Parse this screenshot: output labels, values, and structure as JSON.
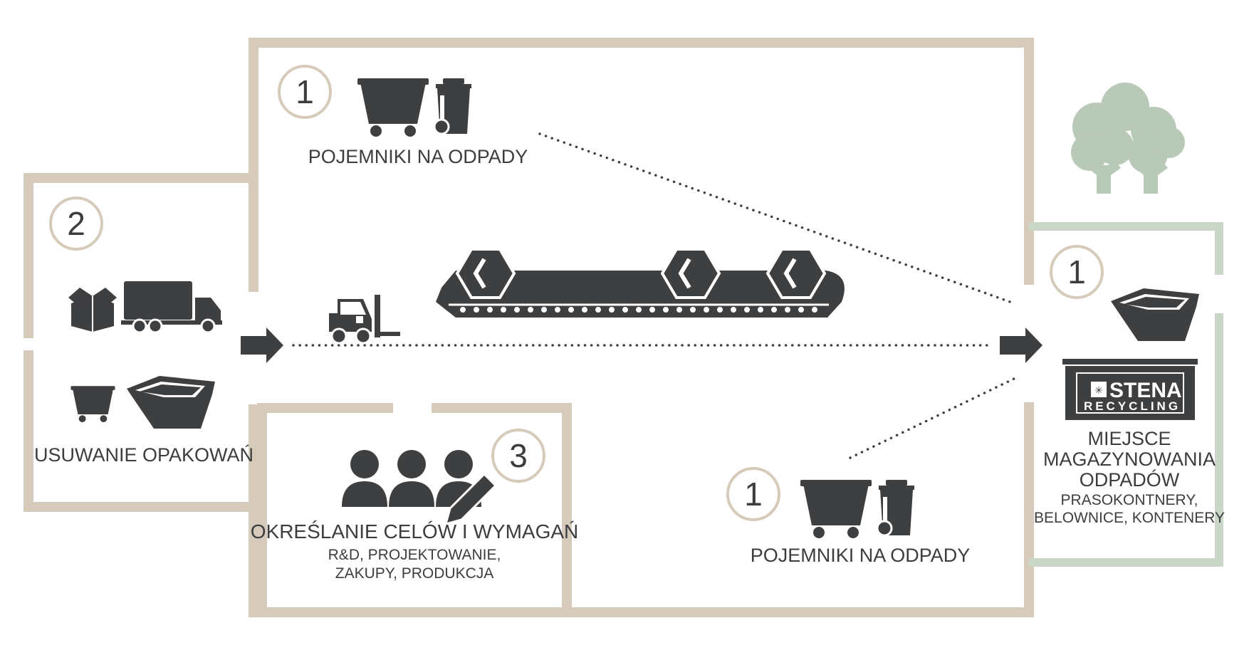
{
  "colors": {
    "frame": "#d6cbbb",
    "frame_green": "#c9d6c8",
    "icon": "#3e3f41",
    "badge_ring": "#d6cbbb",
    "tree": "#b9c9b8"
  },
  "top_bins": {
    "badge": "1",
    "label": "POJEMNIKI NA ODPADY"
  },
  "packaging": {
    "badge": "2",
    "label": "USUWANIE OPAKOWAŃ"
  },
  "goals": {
    "badge": "3",
    "label": "OKREŚLANIE CELÓW I WYMAGAŃ",
    "sub1": "R&D, PROJEKTOWANIE,",
    "sub2": "ZAKUPY, PRODUKCJA"
  },
  "bottom_bins": {
    "badge": "1",
    "label": "POJEMNIKI NA ODPADY"
  },
  "storage": {
    "badge": "1",
    "brand_name": "STENA",
    "brand_sub": "RECYCLING",
    "title1": "MIEJSCE",
    "title2": "MAGAZYNOWANIA",
    "title3": "ODPADÓW",
    "sub1": "PRASOKONTNERY,",
    "sub2": "BELOWNICE, KONTENERY"
  },
  "icons": [
    "waste-cart-icon",
    "wheelie-bin-icon",
    "box-icon",
    "truck-icon",
    "skip-container-icon",
    "forklift-icon",
    "conveyor-belt-icon",
    "people-icon",
    "pencil-icon",
    "arrow-right-icon",
    "tree-icon"
  ]
}
